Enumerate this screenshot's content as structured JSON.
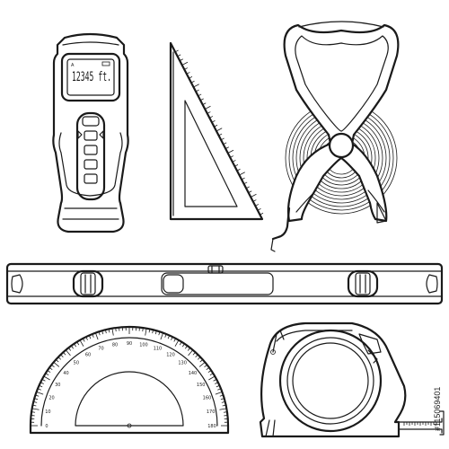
{
  "illustration": {
    "tools": [
      {
        "name": "laser distance meter"
      },
      {
        "name": "set square"
      },
      {
        "name": "open reel tape measure"
      },
      {
        "name": "spirit level"
      },
      {
        "name": "protractor"
      },
      {
        "name": "tape measure"
      }
    ]
  },
  "laser_meter": {
    "display_value": "12345 ft.",
    "display_icon": "A"
  },
  "protractor": {
    "scale_labels": [
      "0",
      "10",
      "20",
      "30",
      "40",
      "50",
      "60",
      "70",
      "80",
      "90",
      "100",
      "110",
      "120",
      "130",
      "140",
      "150",
      "160",
      "170",
      "180"
    ]
  },
  "watermark": {
    "stock_id": "#115069401"
  },
  "colors": {
    "ink": "#1a1a1a",
    "background": "#ffffff"
  }
}
